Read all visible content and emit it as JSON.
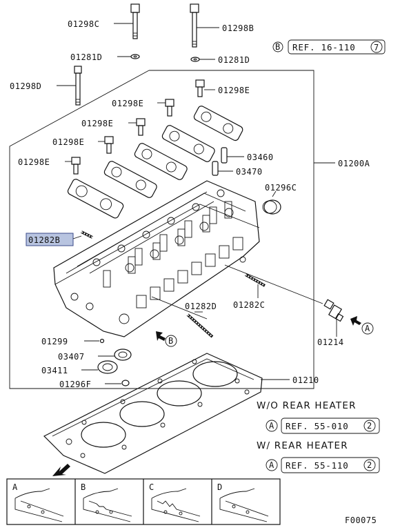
{
  "labels": {
    "p01298c": "01298C",
    "p01298b": "01298B",
    "p01281d_left": "01281D",
    "p01281d_right": "01281D",
    "p01298d": "01298D",
    "p01298e_1": "01298E",
    "p01298e_2": "01298E",
    "p01298e_3": "01298E",
    "p01298e_4": "01298E",
    "p01298e_5": "01298E",
    "p03460": "03460",
    "p03470": "03470",
    "p01200a": "01200A",
    "p01296c": "01296C",
    "p01282b": "01282B",
    "p01282d": "01282D",
    "p01282c": "01282C",
    "p01214": "01214",
    "p01299": "01299",
    "p03407": "03407",
    "p03411": "03411",
    "p01296f": "01296F",
    "p01210": "01210"
  },
  "callouts": {
    "ref_b_letter": "B",
    "ref_b_text": "REF. 16-110",
    "ref_b_num": "7",
    "arrow_a_letter": "A",
    "arrow_b_letter": "B",
    "wo_heater_title": "W/O  REAR  HEATER",
    "wo_ref_letter": "A",
    "wo_ref_text": "REF. 55-010",
    "wo_ref_num": "2",
    "w_heater_title": "W/  REAR  HEATER",
    "w_ref_letter": "A",
    "w_ref_text": "REF. 55-110",
    "w_ref_num": "2"
  },
  "gasket_variants": [
    "A",
    "B",
    "C",
    "D"
  ],
  "figure_code": "F00075",
  "highlight_color": "#b8c4e0"
}
